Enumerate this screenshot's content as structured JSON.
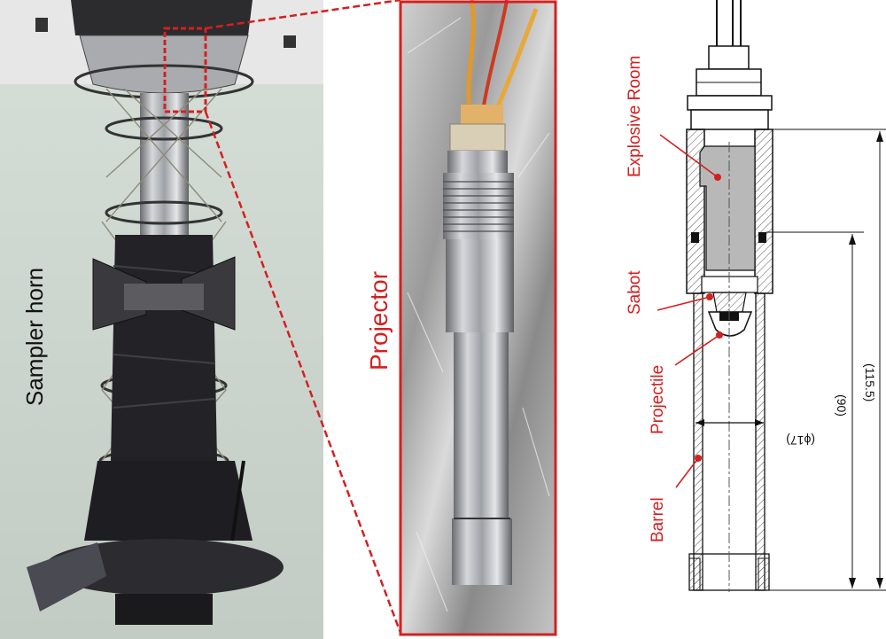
{
  "panels": {
    "left": {
      "label": "Sampler horn"
    },
    "middle": {
      "label": "Projector"
    },
    "right": {
      "labels": {
        "explosive_room": "Explosive Room",
        "sabot": "Sabot",
        "projectile": "Projectile",
        "barrel": "Barrel"
      },
      "dimensions": {
        "total_length": "(115.5)",
        "barrel_length": "(90)",
        "diameter": "(ϕ17)"
      }
    }
  },
  "colors": {
    "accent_red": "#d42020",
    "explosive_fill": "#b8b8b8",
    "hatch": "#555555"
  }
}
